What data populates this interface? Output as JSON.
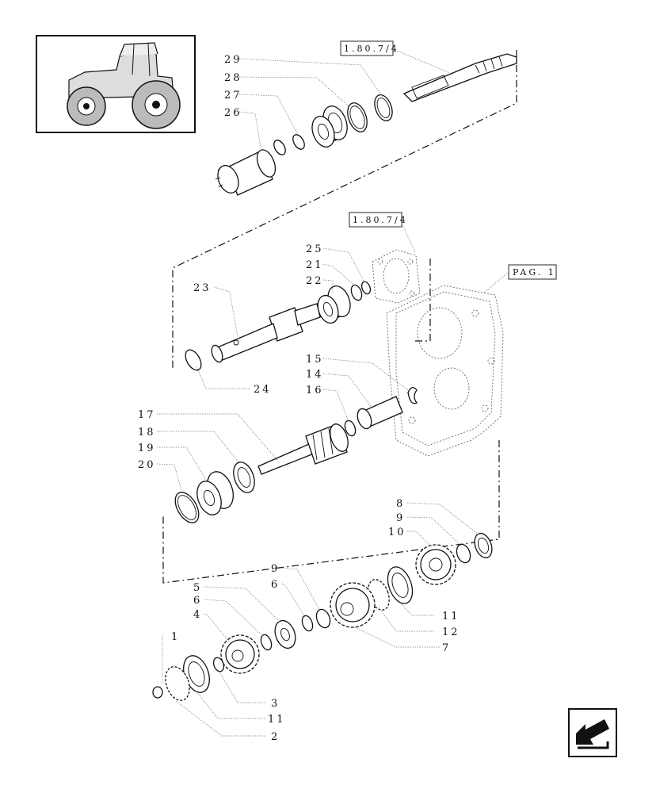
{
  "references": {
    "ref_top": "1.80.7/4",
    "ref_mid": "1.80.7/4",
    "ref_page": "PAG. 1"
  },
  "callouts": {
    "c29": "29",
    "c28": "28",
    "c27": "27",
    "c26": "26",
    "c25": "25",
    "c21": "21",
    "c22": "22",
    "c23": "23",
    "c24": "24",
    "c15": "15",
    "c14": "14",
    "c16": "16",
    "c17": "17",
    "c18": "18",
    "c19": "19",
    "c20": "20",
    "c8": "8",
    "c9a": "9",
    "c10": "10",
    "c9b": "9",
    "c6a": "6",
    "c5": "5",
    "c6b": "6",
    "c4": "4",
    "c1": "1",
    "c11a": "11",
    "c12": "12",
    "c7": "7",
    "c3": "3",
    "c11b": "11",
    "c2": "2"
  },
  "icons": {
    "tractor_thumbnail": "tractor-icon",
    "navigation_arrow": "back-arrow-icon"
  },
  "colors": {
    "line": "#111111",
    "background": "#ffffff"
  }
}
